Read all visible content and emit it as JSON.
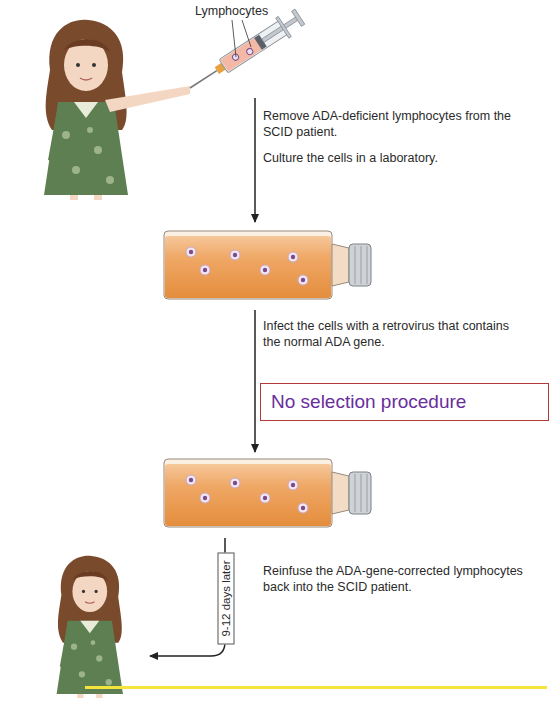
{
  "diagram": {
    "nodes": [
      {
        "text": [
          "No selection procedure"
        ]
      }
    ],
    "labels": [
      "Lymphocytes",
      "Remove ADA-deficient lymphocytes from the SCID patient.",
      "Culture the cells in a laboratory.",
      "Infect the cells with a retrovirus that contains the normal ADA gene.",
      "9-12 days later",
      "Reinfuse the ADA-gene-corrected lymphocytes back into the SCID patient."
    ]
  }
}
